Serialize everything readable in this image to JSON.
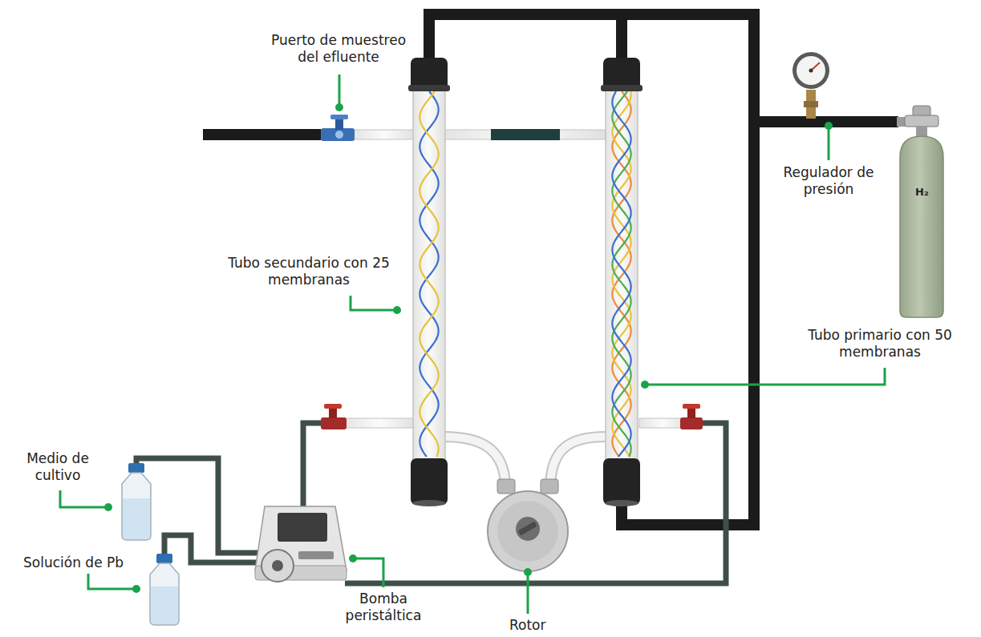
{
  "diagram": {
    "labels": [
      "Puerto de muestreo del efluente",
      "Regulador de presión",
      "H₂",
      "Tubo secundario con 25 membranas",
      "Tubo primario con 50 membranas",
      "Medio de cultivo",
      "Solución de Pb",
      "Bomba peristáltica",
      "Rotor"
    ]
  }
}
